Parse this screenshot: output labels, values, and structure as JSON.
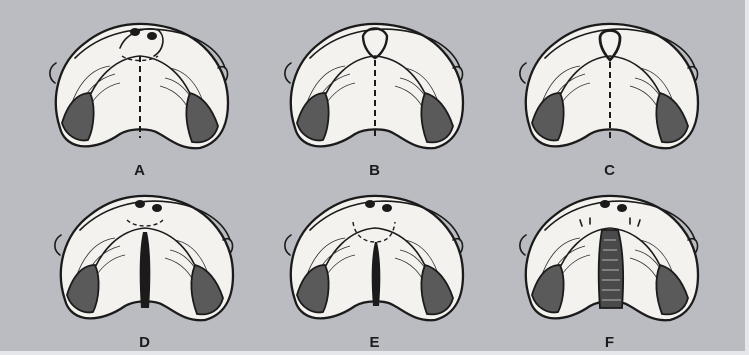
{
  "figure": {
    "panels": [
      {
        "label": "A",
        "variant": "midline-dashed"
      },
      {
        "label": "B",
        "variant": "tip-marked"
      },
      {
        "label": "C",
        "variant": "tip-closed"
      },
      {
        "label": "D",
        "variant": "cleft-narrow"
      },
      {
        "label": "E",
        "variant": "cleft-curved"
      },
      {
        "label": "F",
        "variant": "cleft-wide"
      }
    ]
  }
}
